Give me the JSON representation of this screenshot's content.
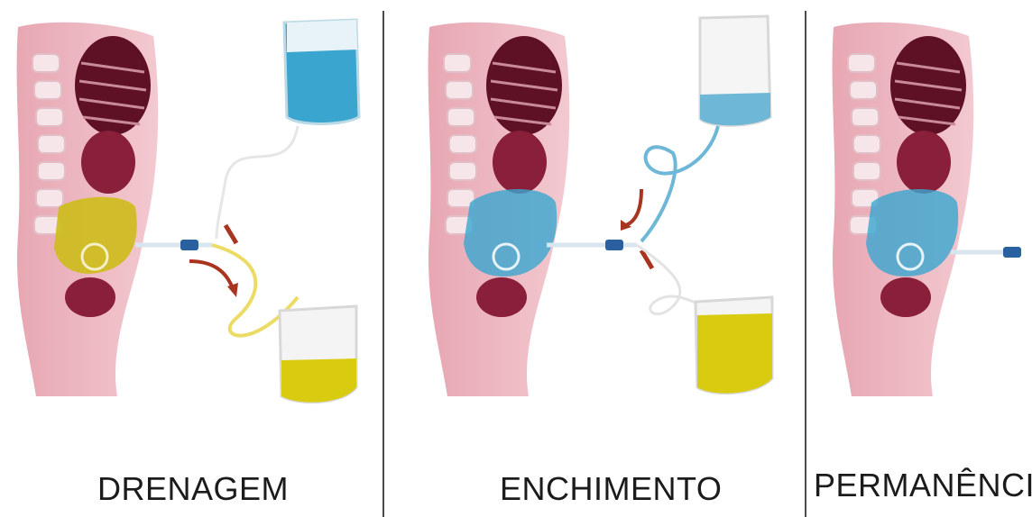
{
  "panels": [
    {
      "caption": "DRENAGEM"
    },
    {
      "caption": "ENCHIMENTO"
    },
    {
      "caption": "PERMANÊNCIA"
    }
  ],
  "colors": {
    "skin": "#e7a7b3",
    "skin_dark": "#cf7c8c",
    "spine": "#f5e3e6",
    "organ": "#8a1f3a",
    "lung": "#5e1024",
    "dialysate_blue": "#3aa6cf",
    "effluent_yellow": "#d9cc10",
    "clamp": "#a8351f",
    "arrow": "#a8351f",
    "divider": "#4a4a4a"
  }
}
